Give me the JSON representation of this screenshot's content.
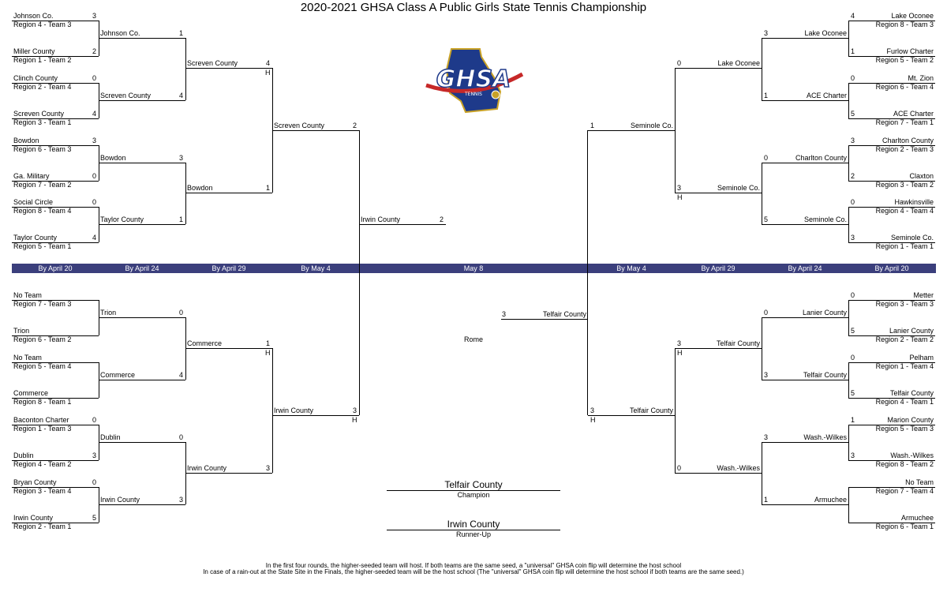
{
  "title": "2020-2021 GHSA Class A Public Girls State Tennis Championship",
  "logo": {
    "text": "GHSA",
    "subtext": "TENNIS"
  },
  "rounds": [
    "By April 20",
    "By April 24",
    "By April 29",
    "By May 4",
    "May 8",
    "By May 4",
    "By April 29",
    "By April 24",
    "By April 20"
  ],
  "colors": {
    "band": "#3b3f7c",
    "logo_blue": "#1e3a8a",
    "logo_red": "#c62828",
    "logo_gold": "#c9a227"
  },
  "site": "Rome",
  "champion": {
    "name": "Telfair County",
    "label": "Champion"
  },
  "runner_up": {
    "name": "Irwin County",
    "label": "Runner-Up"
  },
  "host_mark": "H",
  "notes": [
    "In the first four rounds, the higher-seeded team will host.  If both teams are the same seed, a \"universal\" GHSA coin flip will determine the host school",
    "In case of a rain-out at the State Site in the Finals, the higher-seeded team will be the host school (The \"universal\" GHSA coin flip will determine the host school if both teams are the same seed.)"
  ],
  "left_top": {
    "r1": [
      {
        "team": "Johnson Co.",
        "seed": "Region 4 - Team 3",
        "score": "3"
      },
      {
        "team": "Miller County",
        "seed": "Region 1 - Team 2",
        "score": "2"
      },
      {
        "team": "Clinch County",
        "seed": "Region 2 - Team 4",
        "score": "0"
      },
      {
        "team": "Screven County",
        "seed": "Region 3 - Team 1",
        "score": "4"
      },
      {
        "team": "Bowdon",
        "seed": "Region 6 - Team 3",
        "score": "3"
      },
      {
        "team": "Ga. Military",
        "seed": "Region 7 - Team 2",
        "score": "0"
      },
      {
        "team": "Social Circle",
        "seed": "Region 8 - Team 4",
        "score": "0"
      },
      {
        "team": "Taylor County",
        "seed": "Region 5 - Team 1",
        "score": "4"
      }
    ],
    "r2": [
      {
        "team": "Johnson Co.",
        "score": "1"
      },
      {
        "team": "Screven County",
        "score": "4"
      },
      {
        "team": "Bowdon",
        "score": "3"
      },
      {
        "team": "Taylor County",
        "score": "1"
      }
    ],
    "r3": [
      {
        "team": "Screven County",
        "score": "4",
        "host": "H"
      },
      {
        "team": "Bowdon",
        "score": "1"
      }
    ],
    "r4": {
      "team": "Screven County",
      "score": "2"
    }
  },
  "left_bottom": {
    "r1": [
      {
        "team": "No Team",
        "seed": "Region 7 - Team 3",
        "score": ""
      },
      {
        "team": "Trion",
        "seed": "Region 6 - Team 2",
        "score": ""
      },
      {
        "team": "No Team",
        "seed": "Region 5 - Team 4",
        "score": ""
      },
      {
        "team": "Commerce",
        "seed": "Region 8 - Team 1",
        "score": ""
      },
      {
        "team": "Baconton Charter",
        "seed": "Region 1 - Team 3",
        "score": "0"
      },
      {
        "team": "Dublin",
        "seed": "Region 4 - Team 2",
        "score": "3"
      },
      {
        "team": "Bryan County",
        "seed": "Region 3 - Team 4",
        "score": "0"
      },
      {
        "team": "Irwin County",
        "seed": "Region 2 - Team 1",
        "score": "5"
      }
    ],
    "r2": [
      {
        "team": "Trion",
        "score": "0"
      },
      {
        "team": "Commerce",
        "score": "4"
      },
      {
        "team": "Dublin",
        "score": "0"
      },
      {
        "team": "Irwin County",
        "score": "3"
      }
    ],
    "r3": [
      {
        "team": "Commerce",
        "score": "1",
        "host": "H"
      },
      {
        "team": "Irwin County",
        "score": "3"
      }
    ],
    "r4": {
      "team": "Irwin County",
      "score": "3",
      "host": "H"
    }
  },
  "left_final": {
    "team": "Irwin County",
    "score": "2"
  },
  "right_top": {
    "r1": [
      {
        "team": "Lake Oconee",
        "seed": "Region 8 - Team 3",
        "score": "4"
      },
      {
        "team": "Furlow Charter",
        "seed": "Region 5 - Team 2",
        "score": "1"
      },
      {
        "team": "Mt. Zion",
        "seed": "Region  6 - Team 4",
        "score": "0"
      },
      {
        "team": "ACE Charter",
        "seed": "Region 7 - Team 1",
        "score": "5"
      },
      {
        "team": "Charlton County",
        "seed": "Region 2 - Team 3",
        "score": "3"
      },
      {
        "team": "Claxton",
        "seed": "Region 3 - Team 2",
        "score": "2"
      },
      {
        "team": "Hawkinsville",
        "seed": "Region 4 - Team 4",
        "score": "0"
      },
      {
        "team": "Seminole Co.",
        "seed": "Region 1 - Team 1",
        "score": "3"
      }
    ],
    "r2": [
      {
        "team": "Lake Oconee",
        "score": "3"
      },
      {
        "team": "ACE Charter",
        "score": "1"
      },
      {
        "team": "Charlton County",
        "score": "0"
      },
      {
        "team": "Seminole Co.",
        "score": "5"
      }
    ],
    "r3": [
      {
        "team": "Lake Oconee",
        "score": "0"
      },
      {
        "team": "Seminole Co.",
        "score": "3",
        "host": "H"
      }
    ],
    "r4": {
      "team": "Seminole Co.",
      "score": "1"
    }
  },
  "right_bottom": {
    "r1": [
      {
        "team": "Metter",
        "seed": "Region 3 - Team 3",
        "score": "0"
      },
      {
        "team": "Lanier County",
        "seed": "Region 2 - Team 2",
        "score": "5"
      },
      {
        "team": "Pelham",
        "seed": "Region 1 - Team 4",
        "score": "0"
      },
      {
        "team": "Telfair County",
        "seed": "Region 4 - Team 1",
        "score": "5"
      },
      {
        "team": "Marion County",
        "seed": "Region 5 - Team 3",
        "score": "1"
      },
      {
        "team": "Wash.-Wilkes",
        "seed": "Region 8 - Team 2",
        "score": "3"
      },
      {
        "team": "No Team",
        "seed": "Region 7 - Team 4",
        "score": ""
      },
      {
        "team": "Armuchee",
        "seed": "Region 6 - Team 1",
        "score": ""
      }
    ],
    "r2": [
      {
        "team": "Lanier County",
        "score": "0"
      },
      {
        "team": "Telfair County",
        "score": "3"
      },
      {
        "team": "Wash.-Wilkes",
        "score": "3"
      },
      {
        "team": "Armuchee",
        "score": "1"
      }
    ],
    "r3": [
      {
        "team": "Telfair County",
        "score": "3",
        "host": "H"
      },
      {
        "team": "Wash.-Wilkes",
        "score": "0"
      }
    ],
    "r4": {
      "team": "Telfair County",
      "score": "3",
      "host": "H"
    }
  },
  "right_final": {
    "team": "Telfair County",
    "score": "3"
  }
}
